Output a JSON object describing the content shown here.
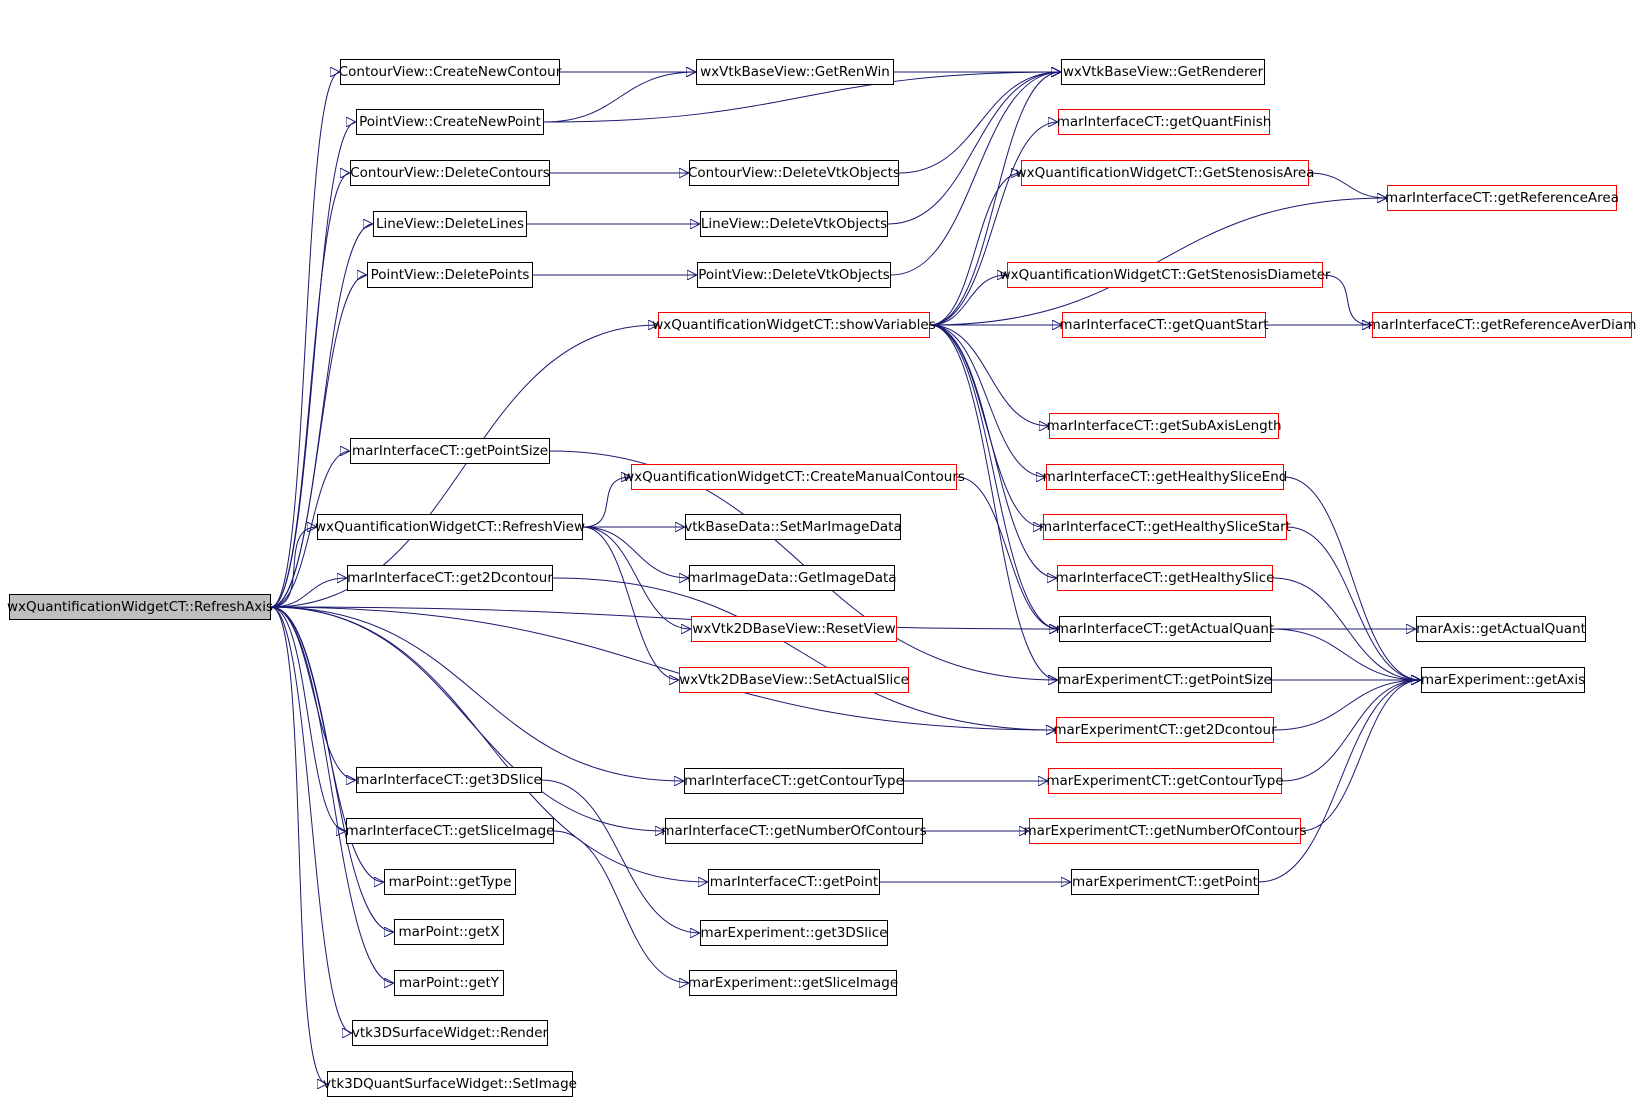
{
  "graph": {
    "root": "wxQuantificationWidgetCT::RefreshAxis",
    "colors": {
      "edge": "#191970",
      "node_border": "#000000",
      "incomplete_node_border": "#ff0000",
      "root_fill": "#bfbfbf"
    },
    "nodes": {
      "n_root": "wxQuantificationWidgetCT::RefreshAxis",
      "n_createNewContour": "ContourView::CreateNewContour",
      "n_createNewPoint": "PointView::CreateNewPoint",
      "n_deleteContours": "ContourView::DeleteContours",
      "n_deleteLines": "LineView::DeleteLines",
      "n_deletePoints": "PointView::DeletePoints",
      "n_showVariables": "wxQuantificationWidgetCT::showVariables",
      "n_getPointSize": "marInterfaceCT::getPointSize",
      "n_refreshView": "wxQuantificationWidgetCT::RefreshView",
      "n_get2Dcontour": "marInterfaceCT::get2Dcontour",
      "n_get3DSlice": "marInterfaceCT::get3DSlice",
      "n_getSliceImage": "marInterfaceCT::getSliceImage",
      "n_ptGetType": "marPoint::getType",
      "n_ptGetX": "marPoint::getX",
      "n_ptGetY": "marPoint::getY",
      "n_render": "vtk3DSurfaceWidget::Render",
      "n_setImage": "vtk3DQuantSurfaceWidget::SetImage",
      "n_getRenWin": "wxVtkBaseView::GetRenWin",
      "n_cvDeleteVtk": "ContourView::DeleteVtkObjects",
      "n_lvDeleteVtk": "LineView::DeleteVtkObjects",
      "n_pvDeleteVtk": "PointView::DeleteVtkObjects",
      "n_createManualContours": "wxQuantificationWidgetCT::CreateManualContours",
      "n_setMarImageData": "vtkBaseData::SetMarImageData",
      "n_getImageData": "marImageData::GetImageData",
      "n_resetView": "wxVtk2DBaseView::ResetView",
      "n_setActualSlice": "wxVtk2DBaseView::SetActualSlice",
      "n_getContourType": "marInterfaceCT::getContourType",
      "n_getNumberOfContours": "marInterfaceCT::getNumberOfContours",
      "n_getPoint": "marInterfaceCT::getPoint",
      "n_expGet3DSlice": "marExperiment::get3DSlice",
      "n_expGetSliceImage": "marExperiment::getSliceImage",
      "n_getRenderer": "wxVtkBaseView::GetRenderer",
      "n_getQuantFinish": "marInterfaceCT::getQuantFinish",
      "n_getStenosisArea": "wxQuantificationWidgetCT::GetStenosisArea",
      "n_getStenosisDiameter": "wxQuantificationWidgetCT::GetStenosisDiameter",
      "n_getQuantStart": "marInterfaceCT::getQuantStart",
      "n_getSubAxisLength": "marInterfaceCT::getSubAxisLength",
      "n_getHealthySliceEnd": "marInterfaceCT::getHealthySliceEnd",
      "n_getHealthySliceStart": "marInterfaceCT::getHealthySliceStart",
      "n_getHealthySlice": "marInterfaceCT::getHealthySlice",
      "n_getActualQuant": "marInterfaceCT::getActualQuant",
      "n_expCTGetPointSize": "marExperimentCT::getPointSize",
      "n_expCTGet2Dcontour": "marExperimentCT::get2Dcontour",
      "n_expCTGetContourType": "marExperimentCT::getContourType",
      "n_expCTGetNumberOfContours": "marExperimentCT::getNumberOfContours",
      "n_expCTGetPoint": "marExperimentCT::getPoint",
      "n_getReferenceArea": "marInterfaceCT::getReferenceArea",
      "n_getReferenceAverDiam": "marInterfaceCT::getReferenceAverDiam",
      "n_axisGetActualQuant": "marAxis::getActualQuant",
      "n_expGetAxis": "marExperiment::getAxis"
    }
  }
}
